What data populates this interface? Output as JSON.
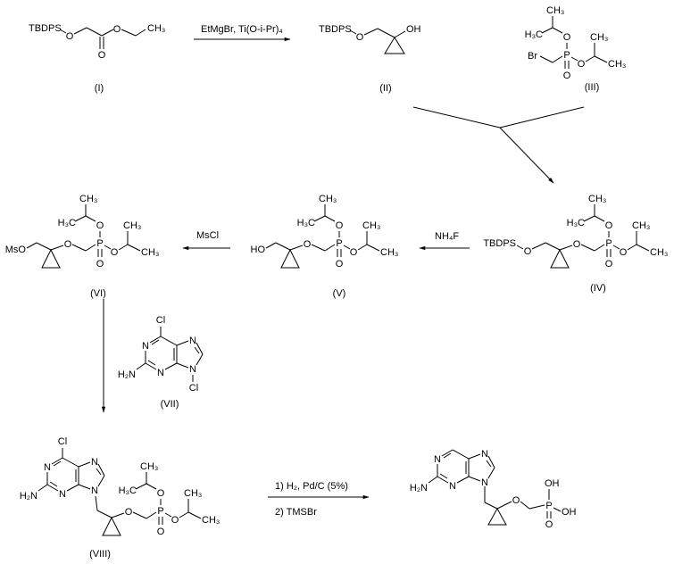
{
  "atoms": {
    "O": "O",
    "P": "P",
    "N": "N",
    "Cl": "Cl",
    "Br": "Br",
    "CH3": "CH₃",
    "H3C": "H₃C",
    "H2N": "H₂N",
    "OH": "OH",
    "HO": "HO",
    "MsO": "MsO",
    "TBDPS": "TBDPS"
  },
  "compounds": {
    "I": {
      "label": "(I)"
    },
    "II": {
      "label": "(II)"
    },
    "III": {
      "label": "(III)"
    },
    "IV": {
      "label": "(IV)"
    },
    "V": {
      "label": "(V)"
    },
    "VI": {
      "label": "(VI)"
    },
    "VII": {
      "label": "(VII)"
    },
    "VIII": {
      "label": "(VIII)"
    }
  },
  "reagents": {
    "step1": "EtMgBr, Ti(O-i-Pr)₄",
    "step3": "NH₄F",
    "step4": "MsCl",
    "step6_line1": "1) H₂, Pd/C (5%)",
    "step6_line2": "2) TMSBr"
  },
  "colors": {
    "ink": "#000000",
    "background": "#ffffff"
  }
}
